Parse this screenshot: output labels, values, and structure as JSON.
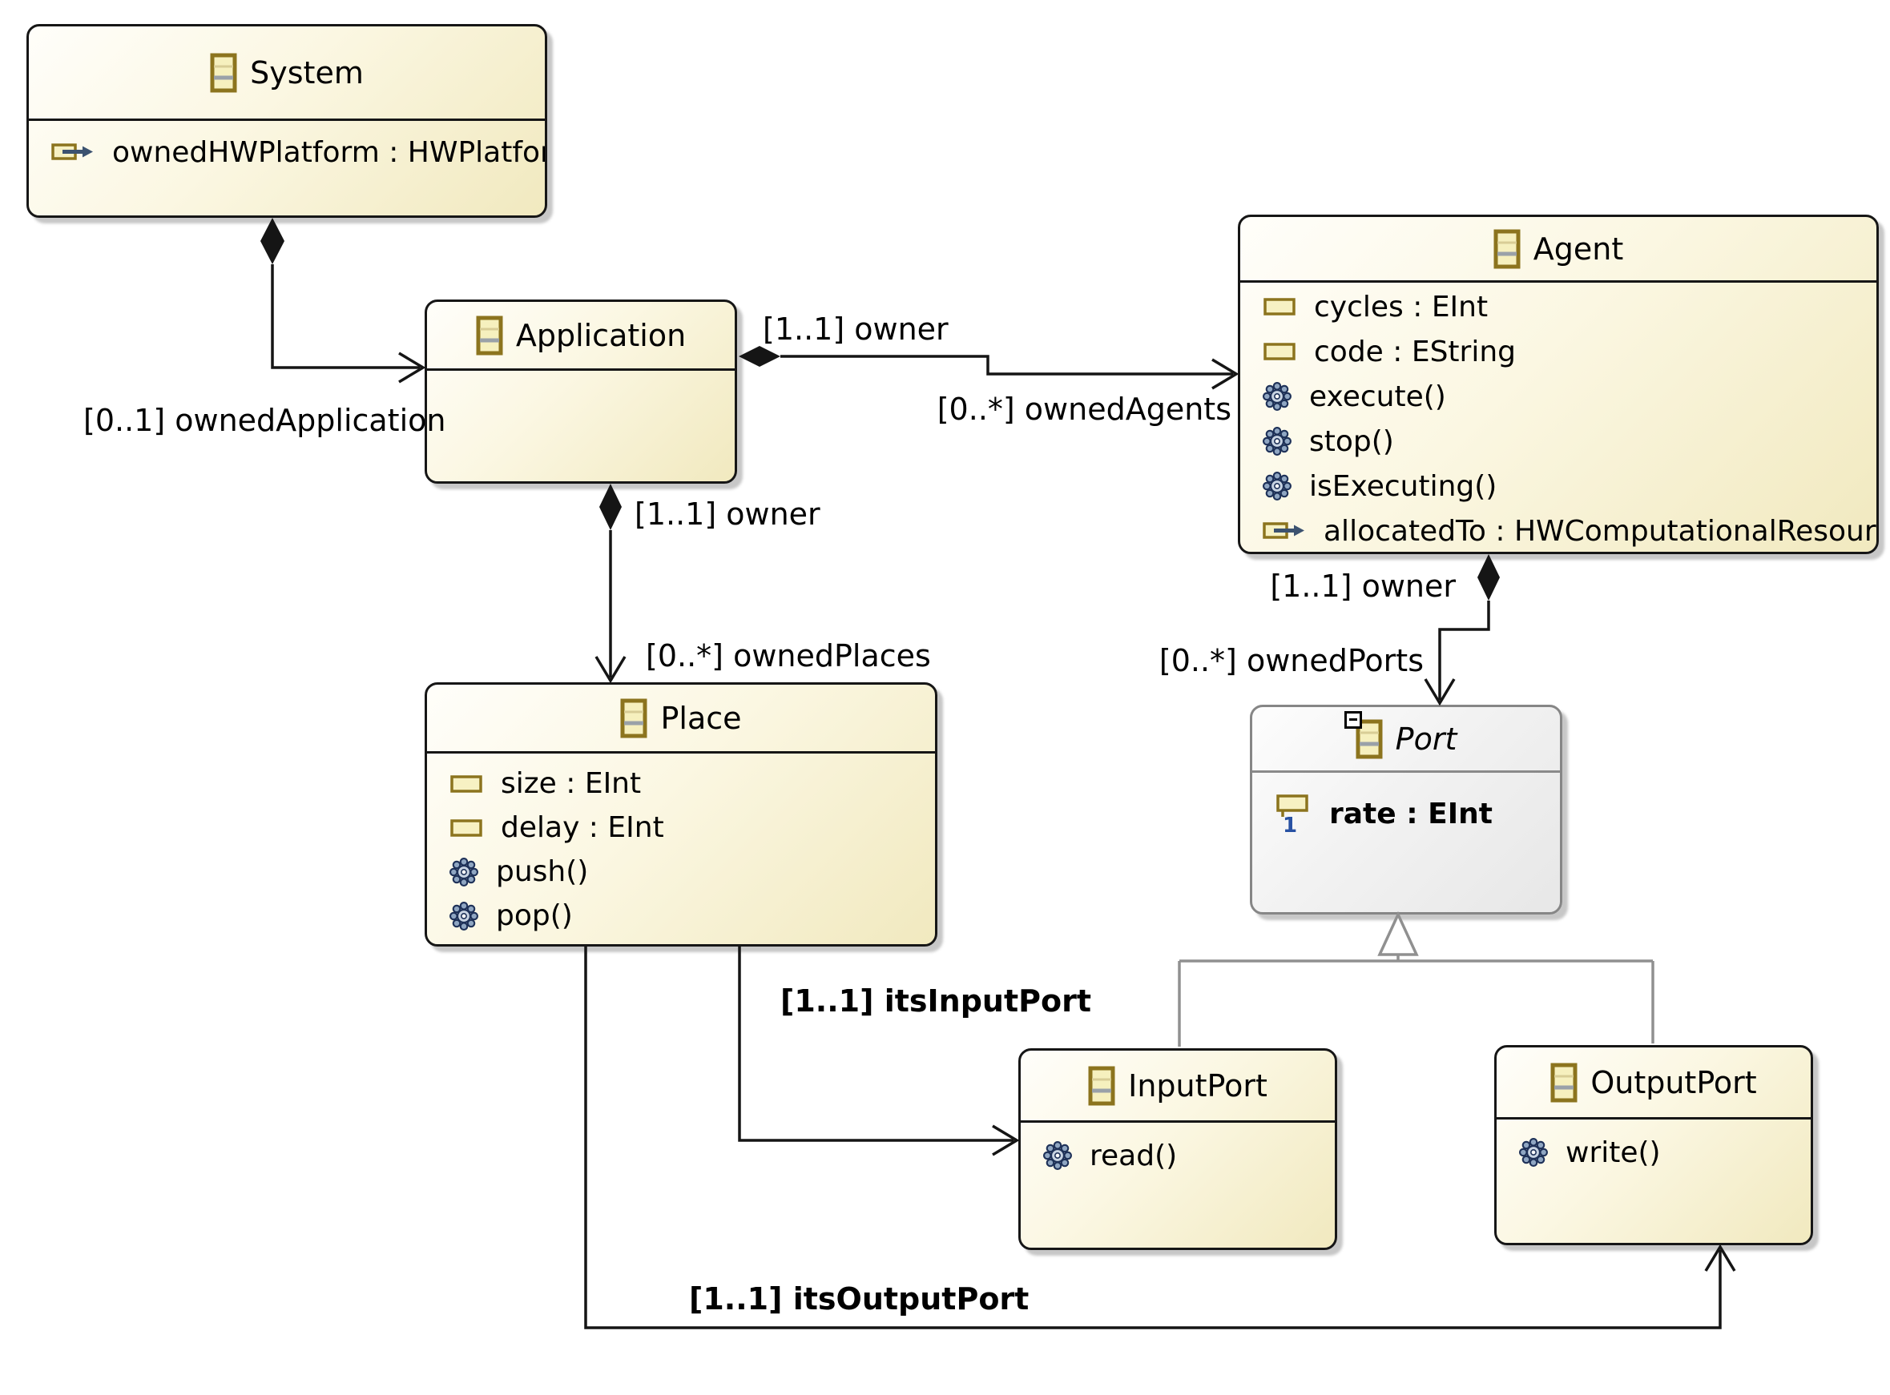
{
  "classes": {
    "system": {
      "title": "System",
      "members": [
        {
          "kind": "reference",
          "text": "ownedHWPlatform : HWPlatform"
        }
      ]
    },
    "application": {
      "title": "Application",
      "members": []
    },
    "agent": {
      "title": "Agent",
      "members": [
        {
          "kind": "attribute",
          "text": "cycles : EInt"
        },
        {
          "kind": "attribute",
          "text": "code : EString"
        },
        {
          "kind": "operation",
          "text": "execute()"
        },
        {
          "kind": "operation",
          "text": "stop()"
        },
        {
          "kind": "operation",
          "text": "isExecuting()"
        },
        {
          "kind": "reference",
          "text": "allocatedTo : HWComputationalResource"
        }
      ]
    },
    "place": {
      "title": "Place",
      "members": [
        {
          "kind": "attribute",
          "text": "size : EInt"
        },
        {
          "kind": "attribute",
          "text": "delay : EInt"
        },
        {
          "kind": "operation",
          "text": "push()"
        },
        {
          "kind": "operation",
          "text": "pop()"
        }
      ]
    },
    "port": {
      "title": "Port",
      "abstract": true,
      "members": [
        {
          "kind": "attribute-required",
          "text": "rate : EInt",
          "lower_bound_badge": "1"
        }
      ]
    },
    "inputPort": {
      "title": "InputPort",
      "members": [
        {
          "kind": "operation",
          "text": "read()"
        }
      ]
    },
    "outputPort": {
      "title": "OutputPort",
      "members": [
        {
          "kind": "operation",
          "text": "write()"
        }
      ]
    }
  },
  "edges": {
    "system_application": {
      "type": "containment",
      "label": "[0..1] ownedApplication"
    },
    "application_agent": {
      "type": "containment",
      "source_label": "[1..1] owner",
      "target_label": "[0..*] ownedAgents"
    },
    "application_place": {
      "type": "containment",
      "source_label": "[1..1] owner",
      "target_label": "[0..*] ownedPlaces"
    },
    "agent_port": {
      "type": "containment",
      "source_label": "[1..1] owner",
      "target_label": "[0..*] ownedPorts"
    },
    "place_inputPort": {
      "type": "reference",
      "label": "[1..1] itsInputPort"
    },
    "place_outputPort": {
      "type": "reference",
      "label": "[1..1] itsOutputPort"
    },
    "port_generalization": {
      "type": "generalization",
      "parent": "Port",
      "children": [
        "InputPort",
        "OutputPort"
      ]
    }
  },
  "colors": {
    "class_fill_light": "#fffefa",
    "class_fill_dark": "#f1e9bf",
    "class_border": "#161616",
    "abstract_fill_light": "#fdfdfd",
    "abstract_fill_dark": "#e7e7e7",
    "abstract_border": "#868686",
    "icon_olive_border": "#8c741e",
    "icon_yellow_fill": "#f7f1c3",
    "operation_blue": "#8fa6c2",
    "reference_arrow_blue": "#3c5270",
    "required_one_blue": "#2851a3",
    "generalization_gray": "#909090"
  },
  "icons": {
    "class_header": "eclass-icon",
    "attribute": "attribute-icon",
    "operation": "gear-icon",
    "reference": "reference-arrow-icon",
    "abstract_badge": "abstract-badge-icon"
  }
}
